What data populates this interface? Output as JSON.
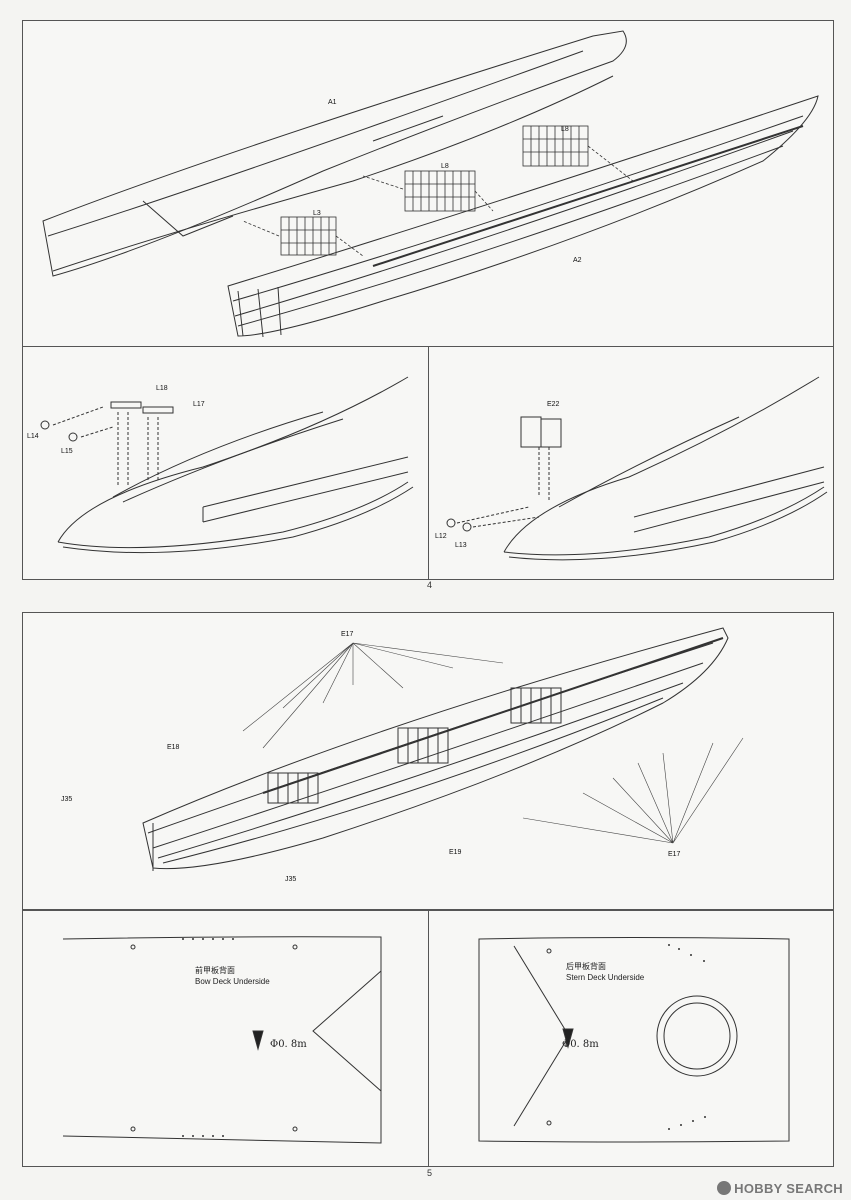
{
  "page_top": {
    "number": "4",
    "panel1_labels": {
      "a1": "A1",
      "a2": "A2",
      "l8a": "L8",
      "l8b": "L8",
      "l3": "L3"
    },
    "panel2_labels": {
      "l18": "L18",
      "l17": "L17",
      "l14": "L14",
      "l15": "L15"
    },
    "panel3_labels": {
      "e22": "E22",
      "l12": "L12",
      "l13": "L13"
    }
  },
  "page_bottom": {
    "number": "5",
    "assembly_labels": {
      "e17a": "E17",
      "e17b": "E17",
      "e18": "E18",
      "e19": "E19",
      "j35a": "J35",
      "j35b": "J35"
    },
    "bow": {
      "label_cn": "前甲板背面",
      "label_en": "Bow Deck Underside",
      "drill": "Φ0. 8m"
    },
    "stern": {
      "label_cn": "后甲板背面",
      "label_en": "Stern Deck Underside",
      "drill": "Φ0. 8m"
    }
  },
  "watermark": {
    "text": "HOBBY SEARCH"
  }
}
